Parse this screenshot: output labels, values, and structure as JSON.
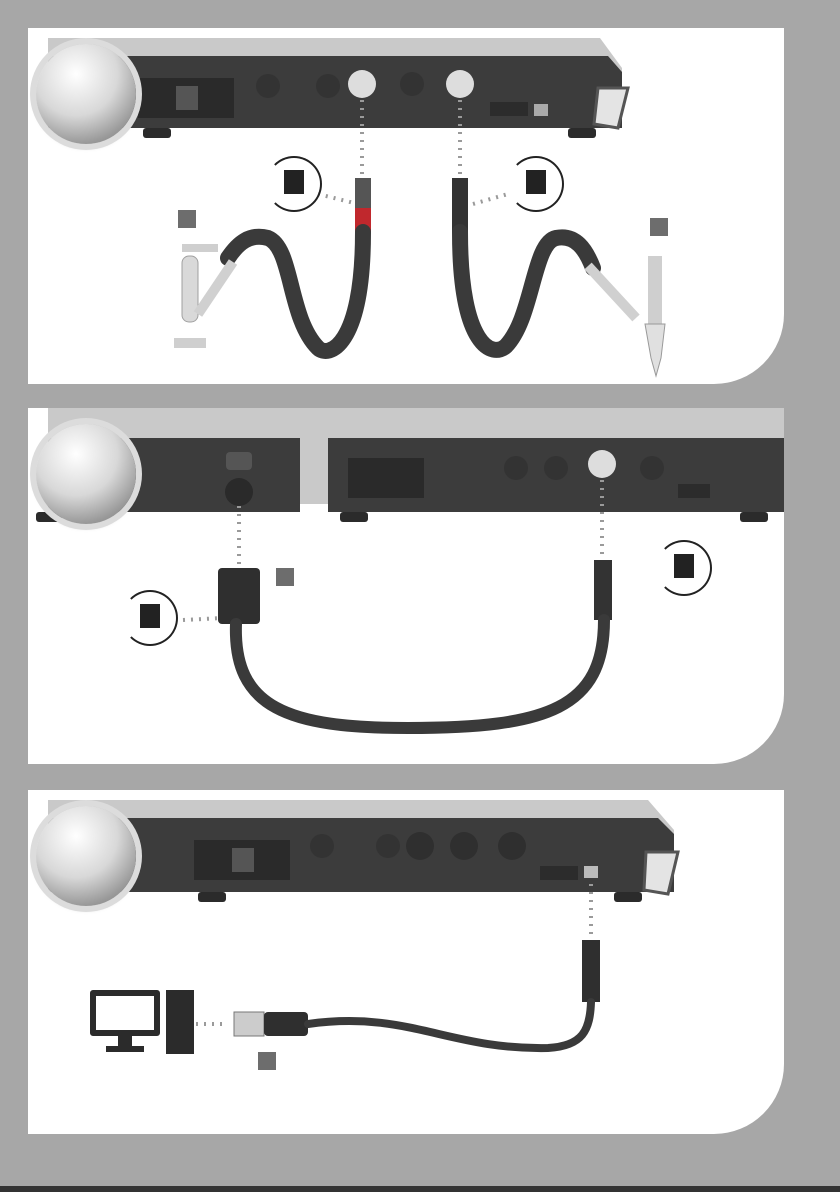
{
  "page": {
    "background": "#a7a7a7",
    "panel_background": "#ffffff",
    "device_color": "#3c3c3c",
    "device_top_color": "#c8c8c8",
    "connector_red": "#c0282d",
    "marker_color": "#6d6d6d"
  },
  "steps": [
    {
      "id": "step-1",
      "description_icons": [
        "lock-rotate-icon",
        "lock-rotate-icon"
      ],
      "markers": 2
    },
    {
      "id": "step-2",
      "description_icons": [
        "lock-rotate-icon",
        "lock-rotate-icon"
      ],
      "markers": 1
    },
    {
      "id": "step-3",
      "description_icons": [
        "computer-icon"
      ],
      "markers": 1
    }
  ]
}
